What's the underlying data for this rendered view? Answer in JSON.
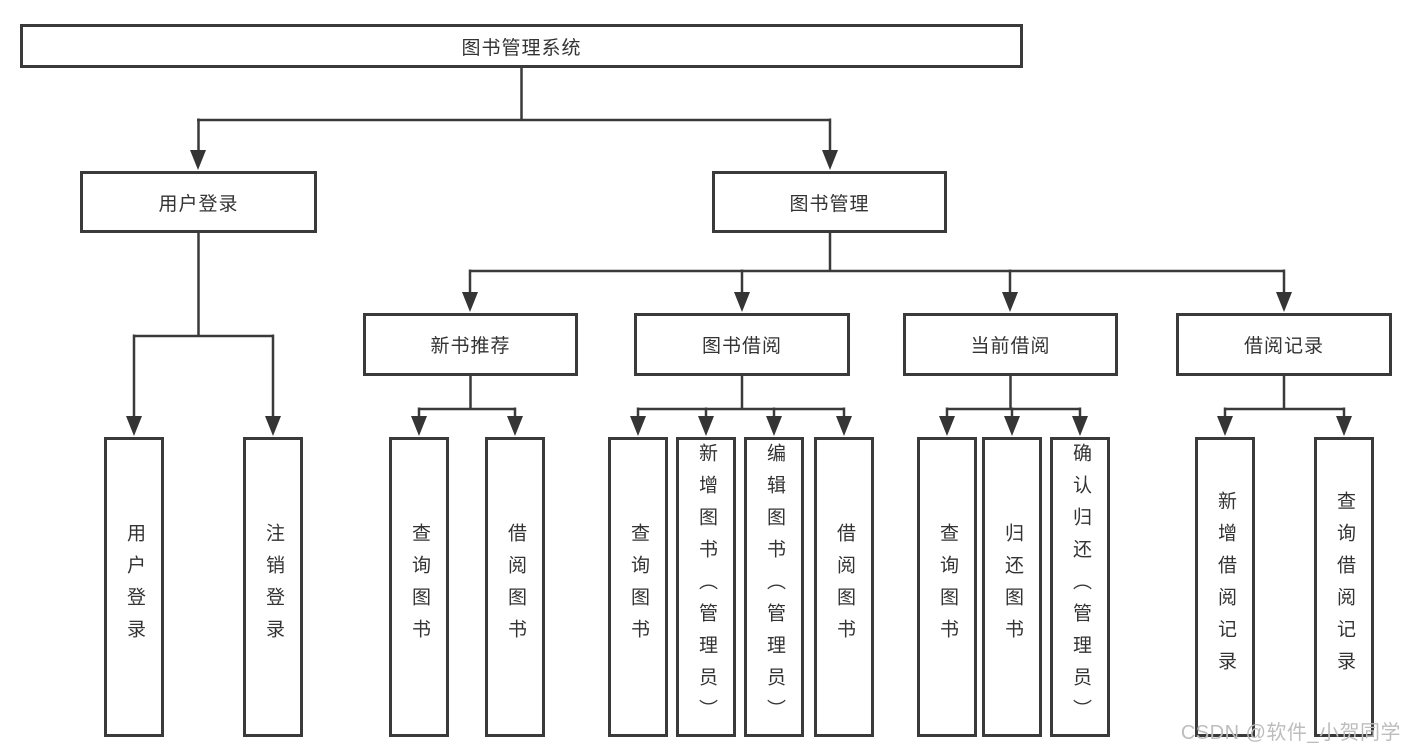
{
  "tree": {
    "label": "图书管理系统",
    "children": [
      {
        "label": "用户登录",
        "children": [
          {
            "label": "用户登录"
          },
          {
            "label": "注销登录"
          }
        ]
      },
      {
        "label": "图书管理",
        "children": [
          {
            "label": "新书推荐",
            "children": [
              {
                "label": "查询图书"
              },
              {
                "label": "借阅图书"
              }
            ]
          },
          {
            "label": "图书借阅",
            "children": [
              {
                "label": "查询图书"
              },
              {
                "label": "新增图书（管理员）"
              },
              {
                "label": "编辑图书（管理员）"
              },
              {
                "label": "借阅图书"
              }
            ]
          },
          {
            "label": "当前借阅",
            "children": [
              {
                "label": "查询图书"
              },
              {
                "label": "归还图书"
              },
              {
                "label": "确认归还（管理员）"
              }
            ]
          },
          {
            "label": "借阅记录",
            "children": [
              {
                "label": "新增借阅记录"
              },
              {
                "label": "查询借阅记录"
              }
            ]
          }
        ]
      }
    ]
  },
  "watermark": "CSDN @软件_小贺同学",
  "colors": {
    "line": "#3a3a3a",
    "box_border": "#3a3a3a",
    "text": "#333333",
    "watermark": "#bdbdbd",
    "background": "#ffffff"
  }
}
